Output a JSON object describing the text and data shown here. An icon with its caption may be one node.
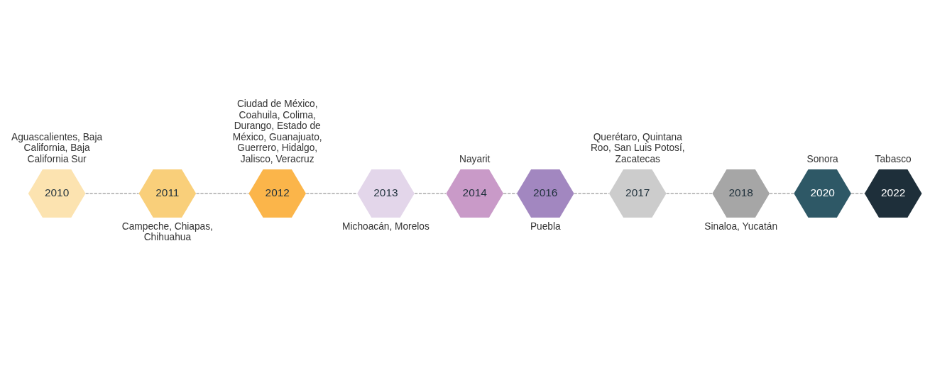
{
  "diagram": {
    "nodes": [
      {
        "text": [
          "2010"
        ],
        "beside": [
          "Aguascalientes, Baja California, Baja California Sur"
        ]
      },
      {
        "text": [
          "2011"
        ],
        "beside": [
          "Campeche, Chiapas, Chihuahua"
        ]
      },
      {
        "text": [
          "2012"
        ],
        "beside": [
          "Ciudad de México, Coahuila, Colima, Durango, Estado de México, Guanajuato, Guerrero, Hidalgo, Jalisco, Veracruz"
        ]
      },
      {
        "text": [
          "2013"
        ],
        "beside": [
          "Michoacán, Morelos"
        ]
      },
      {
        "text": [
          "2014"
        ],
        "beside": [
          "Nayarit"
        ]
      },
      {
        "text": [
          "2016"
        ],
        "beside": [
          "Puebla"
        ]
      },
      {
        "text": [
          "2017"
        ],
        "beside": [
          "Querétaro, Quintana Roo, San Luis Potosí, Zacatecas"
        ]
      },
      {
        "text": [
          "2018"
        ],
        "beside": [
          "Sinaloa, Yucatán"
        ]
      },
      {
        "text": [
          "2020"
        ],
        "beside": [
          "Sonora"
        ]
      },
      {
        "text": [
          "2022"
        ],
        "beside": [
          "Tabasco"
        ]
      }
    ],
    "edges": [
      {
        "from": 0,
        "to": 1,
        "arrow": "none",
        "style": "dashed"
      },
      {
        "from": 1,
        "to": 2,
        "arrow": "none",
        "style": "dashed"
      },
      {
        "from": 2,
        "to": 3,
        "arrow": "none",
        "style": "dashed"
      },
      {
        "from": 3,
        "to": 4,
        "arrow": "none",
        "style": "dashed"
      },
      {
        "from": 4,
        "to": 5,
        "arrow": "none",
        "style": "dashed"
      },
      {
        "from": 5,
        "to": 6,
        "arrow": "none",
        "style": "dashed"
      },
      {
        "from": 6,
        "to": 7,
        "arrow": "none",
        "style": "dashed"
      },
      {
        "from": 7,
        "to": 8,
        "arrow": "none",
        "style": "dashed"
      },
      {
        "from": 8,
        "to": 9,
        "arrow": "none",
        "style": "dashed"
      }
    ]
  }
}
